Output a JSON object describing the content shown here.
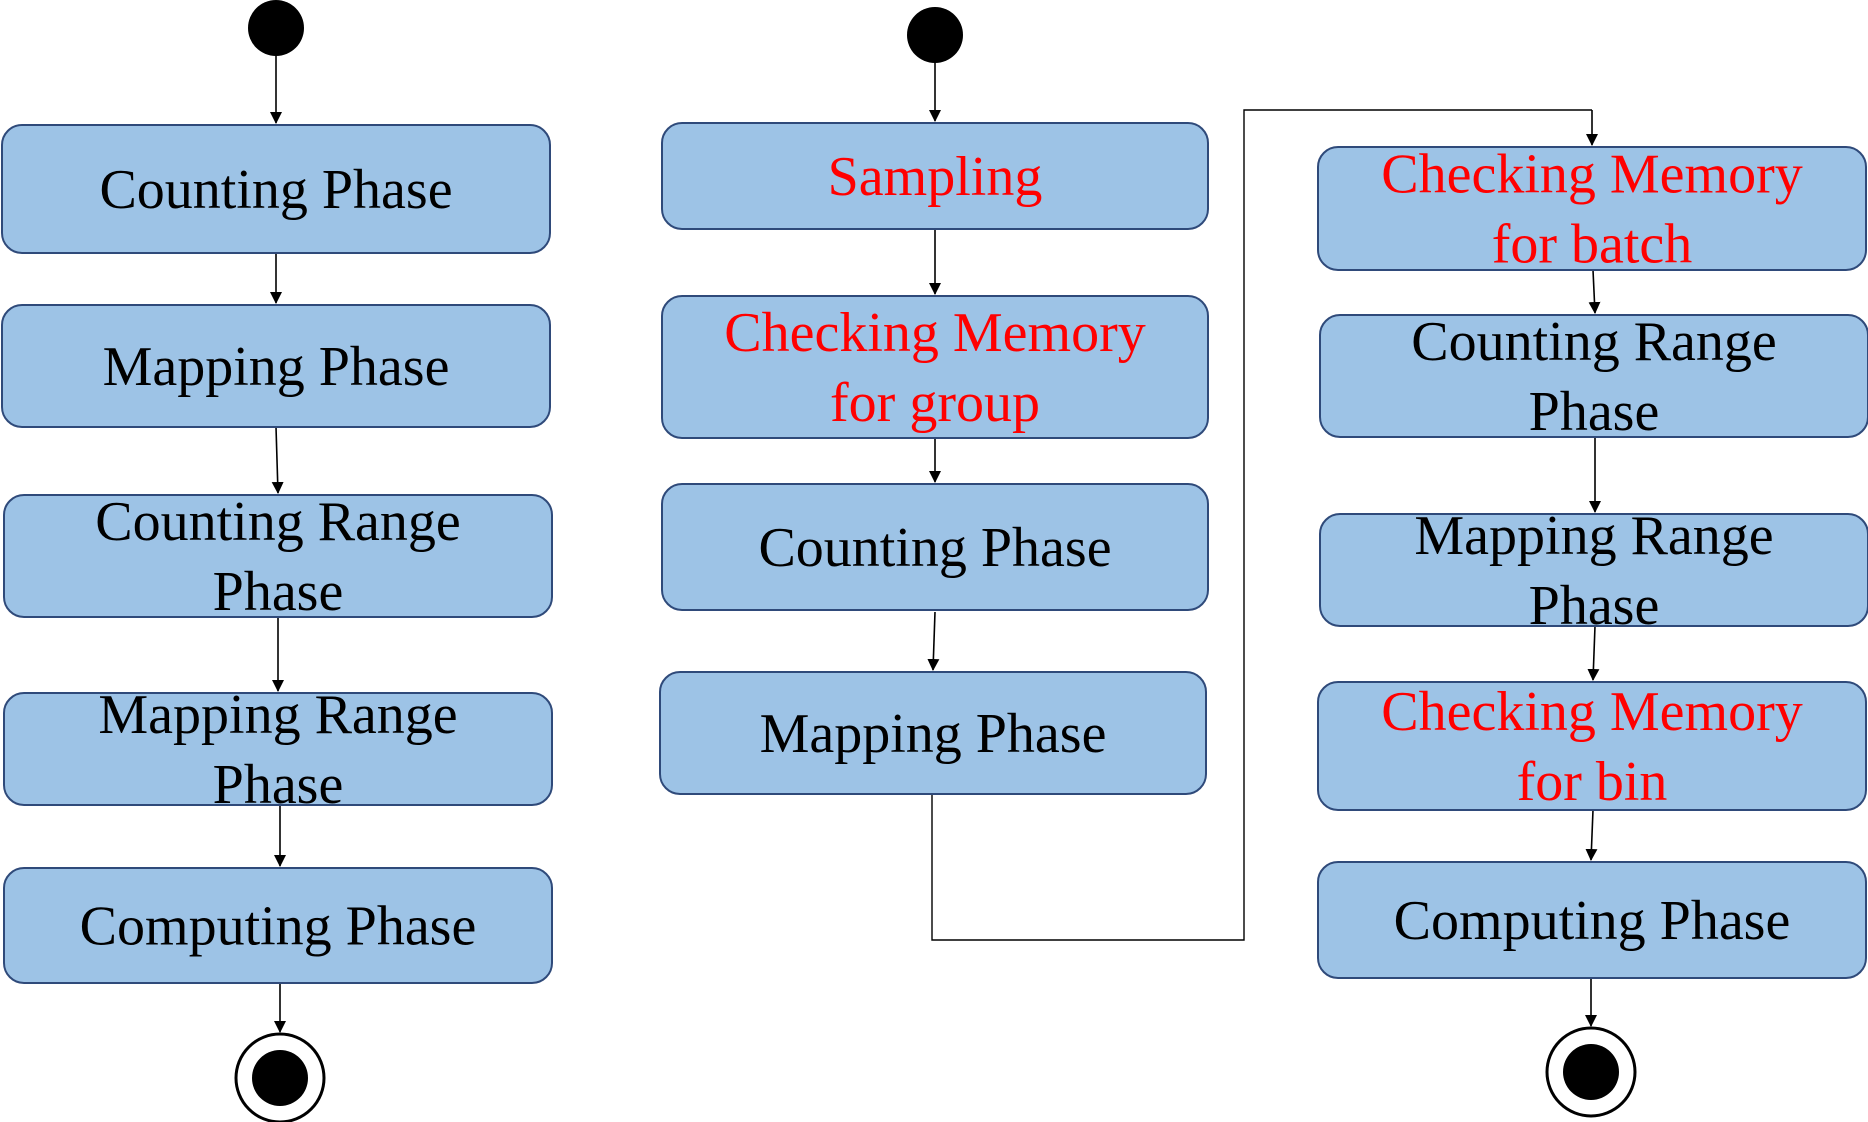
{
  "colors": {
    "box_fill": "#9dc3e6",
    "box_stroke": "#2f4a7a",
    "normal_text": "#000000",
    "highlight_text": "#ff0000"
  },
  "flows": [
    {
      "nodes": [
        {
          "lines": [
            "Counting Phase"
          ],
          "highlight": false
        },
        {
          "lines": [
            "Mapping Phase"
          ],
          "highlight": false
        },
        {
          "lines": [
            "Counting Range",
            "Phase"
          ],
          "highlight": false
        },
        {
          "lines": [
            "Mapping Range",
            "Phase"
          ],
          "highlight": false
        },
        {
          "lines": [
            "Computing Phase"
          ],
          "highlight": false
        }
      ]
    },
    {
      "nodes": [
        {
          "lines": [
            "Sampling"
          ],
          "highlight": true
        },
        {
          "lines": [
            "Checking Memory",
            "for group"
          ],
          "highlight": true
        },
        {
          "lines": [
            "Counting Phase"
          ],
          "highlight": false
        },
        {
          "lines": [
            "Mapping Phase"
          ],
          "highlight": false
        }
      ]
    },
    {
      "nodes": [
        {
          "lines": [
            "Checking Memory",
            "for batch"
          ],
          "highlight": true
        },
        {
          "lines": [
            "Counting Range",
            "Phase"
          ],
          "highlight": false
        },
        {
          "lines": [
            "Mapping Range",
            "Phase"
          ],
          "highlight": false
        },
        {
          "lines": [
            "Checking Memory",
            "for bin"
          ],
          "highlight": true
        },
        {
          "lines": [
            "Computing Phase"
          ],
          "highlight": false
        }
      ]
    }
  ]
}
